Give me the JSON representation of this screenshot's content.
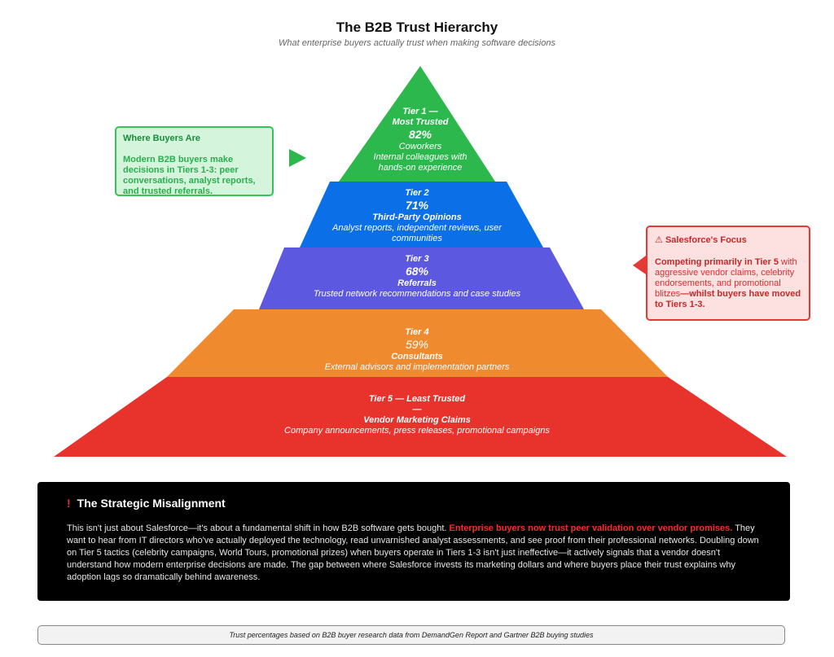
{
  "title": "The B2B Trust Hierarchy",
  "subtitle": "What enterprise buyers actually trust when making software decisions",
  "colors": {
    "tier1": "#2db84d",
    "tier2": "#0b6fe8",
    "tier3": "#5c58e0",
    "tier4": "#f08a2e",
    "tier5": "#e8322c"
  },
  "tiers": [
    {
      "label_line1": "Tier 1 —",
      "label_line2": "Most Trusted",
      "percent": "82%",
      "name": "Coworkers",
      "description_line1": "Internal colleagues with",
      "description_line2": "hands-on experience"
    },
    {
      "label": "Tier 2",
      "percent": "71%",
      "name": "Third-Party Opinions",
      "description_line1": "Analyst reports, independent reviews, user",
      "description_line2": "communities"
    },
    {
      "label": "Tier 3",
      "percent": "68%",
      "name": "Referrals",
      "description": "Trusted network recommendations and case studies"
    },
    {
      "label": "Tier 4",
      "percent": "59%",
      "name": "Consultants",
      "description": "External advisors and implementation partners"
    },
    {
      "label_line1": "Tier 5 — Least Trusted",
      "label_line2": "—",
      "name": "Vendor Marketing Claims",
      "description": "Company announcements, press releases, promotional campaigns"
    }
  ],
  "callout_buyers": {
    "title": "Where Buyers Are",
    "body": "Modern B2B buyers make decisions in Tiers 1-3: peer conversations, analyst reports, and trusted referrals."
  },
  "callout_salesforce": {
    "icon": "warning-icon",
    "title": "Salesforce's Focus",
    "body_bold1": "Competing primarily in Tier 5",
    "body_text": " with aggressive vendor claims, celebrity endorsements, and promotional blitzes",
    "body_bold2": "—whilst buyers have moved to Tiers 1-3."
  },
  "panel": {
    "icon": "exclamation-icon",
    "title": "The Strategic Misalignment",
    "body_part1": "This isn't just about Salesforce—it's about a fundamental shift in how B2B software gets bought. ",
    "body_highlight": "Enterprise buyers now trust peer validation over vendor promises.",
    "body_part2": " They want to hear from IT directors who've actually deployed the technology, read unvarnished analyst assessments, and see proof from their professional networks. Doubling down on Tier 5 tactics (celebrity campaigns, World Tours, promotional prizes) when buyers operate in Tiers 1-3 isn't just ineffective—it actively signals that a vendor doesn't understand how modern enterprise decisions are made. The gap between where Salesforce invests its marketing dollars and where buyers place their trust explains why adoption lags so dramatically behind awareness."
  },
  "footer": "Trust percentages based on B2B buyer research data from DemandGen Report and Gartner B2B buying studies"
}
